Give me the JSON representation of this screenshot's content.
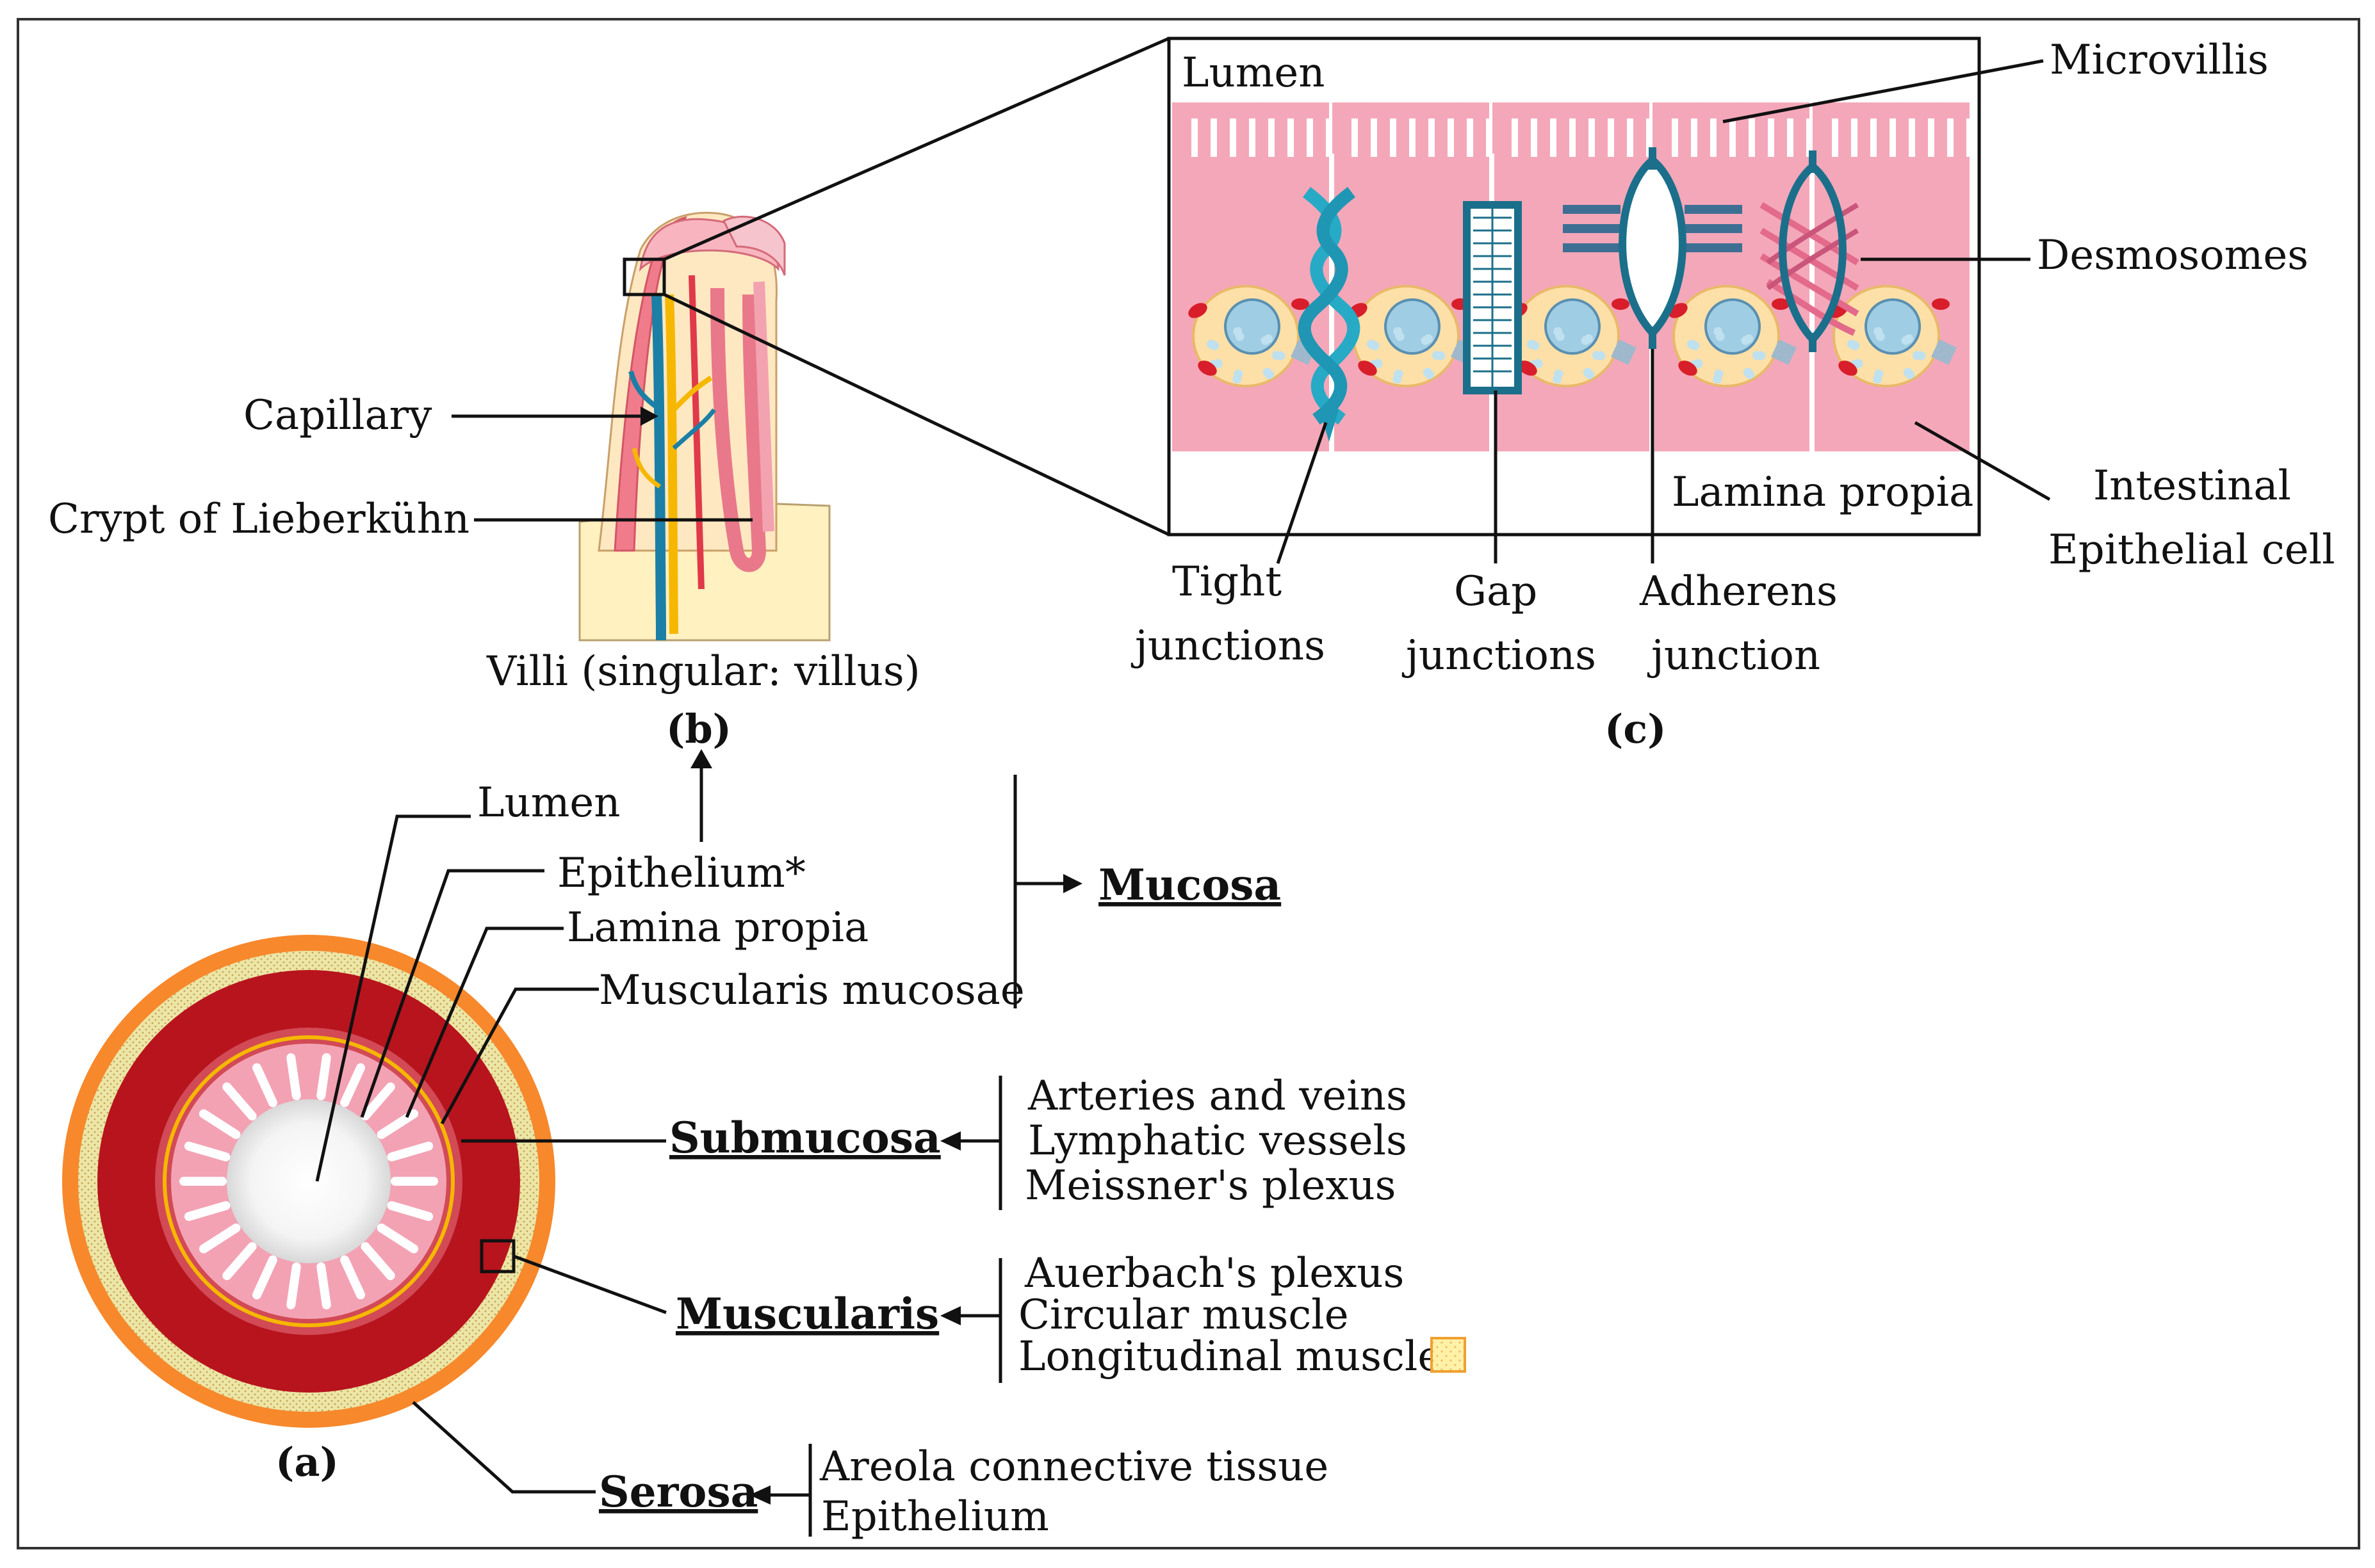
{
  "colors": {
    "serosa_orange": "#f7882c",
    "serosa_yellow": "#ece6a6",
    "muscularis_red": "#b8141d",
    "submucosa_red": "#d14a55",
    "mucosa_pink": "#f3a2b4",
    "epithelium_cell_pink": "#f4a7b9",
    "capillary_blue": "#1b7fa6",
    "lymph_yellow": "#f6b700"
  },
  "panels": {
    "a": "(a)",
    "b": "(b)",
    "c": "(c)"
  },
  "panel_b": {
    "capillary": "Capillary",
    "crypt": "Crypt of Lieberkühn",
    "caption": "Villi (singular: villus)"
  },
  "panel_c": {
    "lumen": "Lumen",
    "lamina_propia": "Lamina propia",
    "microvillis": "Microvillis",
    "desmosomes": "Desmosomes",
    "intestinal_1": "Intestinal",
    "intestinal_2": "Epithelial cell",
    "tight_1": "Tight",
    "tight_2": "junctions",
    "gap_1": "Gap",
    "gap_2": "junctions",
    "adherens_1": "Adherens",
    "adherens_2": "junction"
  },
  "panel_a": {
    "lumen": "Lumen",
    "epithelium": "Epithelium*",
    "lamina_propia": "Lamina propia",
    "muscularis_mucosae": "Muscularis mucosae",
    "mucosa": "Mucosa",
    "submucosa": "Submucosa",
    "submucosa_items": [
      "Arteries and veins",
      "Lymphatic vessels",
      "Meissner's plexus"
    ],
    "muscularis": "Muscularis",
    "muscularis_items": [
      "Auerbach's plexus",
      "Circular muscle",
      "Longitudinal muscle"
    ],
    "serosa": "Serosa",
    "serosa_items": [
      "Areola connective tissue",
      "Epithelium"
    ]
  }
}
